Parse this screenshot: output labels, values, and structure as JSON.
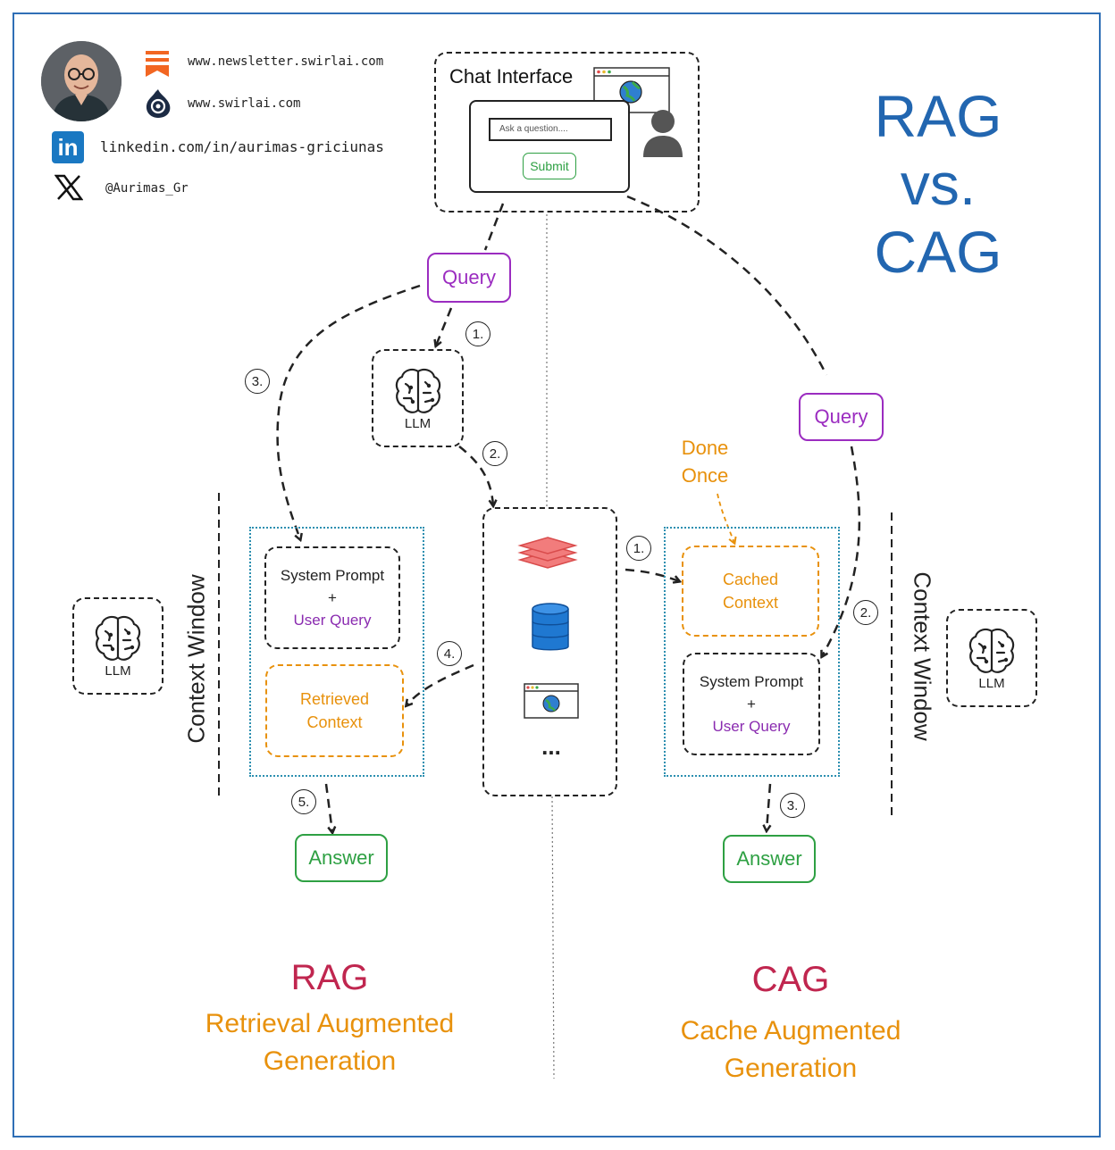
{
  "author": {
    "newsletter": "www.newsletter.swirlai.com",
    "website": "www.swirlai.com",
    "linkedin": "linkedin.com/in/aurimas-griciunas",
    "x_handle": "@Aurimas_Gr"
  },
  "title": {
    "line1": "RAG",
    "line2": "vs.",
    "line3": "CAG"
  },
  "chat": {
    "title": "Chat Interface",
    "input_placeholder": "Ask a question....",
    "submit_label": "Submit"
  },
  "rag": {
    "query_label": "Query",
    "llm_label": "LLM",
    "context_window_label": "Context Window",
    "system_prompt": "System Prompt",
    "plus": "+",
    "user_query": "User Query",
    "retrieved_line1": "Retrieved",
    "retrieved_line2": "Context",
    "answer_label": "Answer",
    "steps": [
      "1.",
      "2.",
      "3.",
      "4.",
      "5."
    ],
    "name": "RAG",
    "full_line1": "Retrieval Augmented",
    "full_line2": "Generation"
  },
  "datastore": {
    "more": "..."
  },
  "cag": {
    "query_label": "Query",
    "llm_label": "LLM",
    "context_window_label": "Context Window",
    "done_line1": "Done",
    "done_line2": "Once",
    "cached_line1": "Cached",
    "cached_line2": "Context",
    "system_prompt": "System Prompt",
    "plus": "+",
    "user_query": "User Query",
    "answer_label": "Answer",
    "steps": [
      "1.",
      "2.",
      "3."
    ],
    "name": "CAG",
    "full_line1": "Cache Augmented",
    "full_line2": "Generation"
  },
  "colors": {
    "title_blue": "#2266b0",
    "query_purple": "#9b2cc0",
    "answer_green": "#2ea043",
    "orange": "#e8910c",
    "crimson": "#c0264f"
  }
}
